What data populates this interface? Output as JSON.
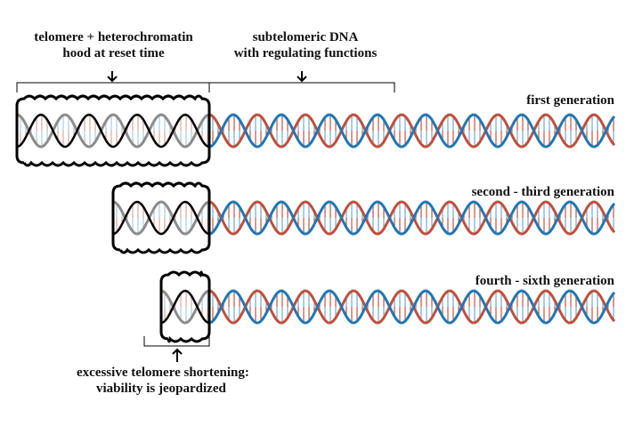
{
  "annotations": {
    "telomere": {
      "line1": "telomere + heterochromatin",
      "line2": "hood at reset time",
      "arrow": "down-arrow-icon"
    },
    "subtelomeric": {
      "line1": "subtelomeric DNA",
      "line2": "with regulating functions",
      "arrow": "down-arrow-icon"
    },
    "shortening": {
      "line1": "excessive telomere shortening:",
      "line2": "viability is jeopardized",
      "arrow": "up-arrow-icon"
    }
  },
  "generations": [
    {
      "label": "first generation",
      "telomere_periods": 4
    },
    {
      "label": "second - third generation",
      "telomere_periods": 2
    },
    {
      "label": "fourth - sixth generation",
      "telomere_periods": 1
    }
  ],
  "colors": {
    "strand_red": "#c0503c",
    "strand_blue": "#1f78b4",
    "rung_blue": "#6aa8d8",
    "telomere_gray": "#8c8c8c",
    "outline": "#000000",
    "text": "#111111"
  }
}
